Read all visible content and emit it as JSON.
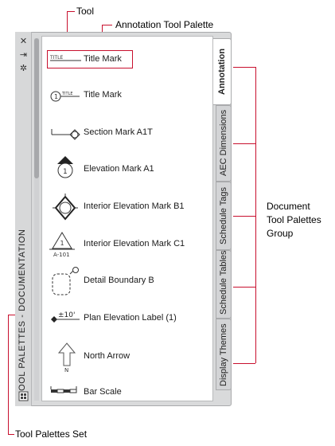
{
  "callouts": {
    "tool": "Tool",
    "annotation_palette": "Annotation Tool Palette",
    "group_line1": "Document",
    "group_line2": "Tool Palettes",
    "group_line3": "Group",
    "palettes_set": "Tool Palettes Set"
  },
  "palette": {
    "title": "TOOL PALETTES - DOCUMENTATION",
    "title_bar_icons": [
      "close-icon",
      "auto-hide-icon",
      "properties-icon"
    ]
  },
  "tools": [
    {
      "label": "Title Mark",
      "icon": "title-mark-icon"
    },
    {
      "label": "Title Mark",
      "icon": "title-mark-numbered-icon"
    },
    {
      "label": "Section Mark A1T",
      "icon": "section-mark-icon"
    },
    {
      "label": "Elevation Mark A1",
      "icon": "elevation-mark-icon"
    },
    {
      "label": "Interior Elevation Mark B1",
      "icon": "interior-elevation-b-icon"
    },
    {
      "label": "Interior Elevation Mark C1",
      "icon": "interior-elevation-c-icon"
    },
    {
      "label": "Detail Boundary B",
      "icon": "detail-boundary-icon"
    },
    {
      "label": "Plan Elevation Label (1)",
      "icon": "plan-elevation-label-icon"
    },
    {
      "label": "North Arrow",
      "icon": "north-arrow-icon"
    },
    {
      "label": "Bar Scale",
      "icon": "bar-scale-icon"
    }
  ],
  "tabs": [
    {
      "label": "Annotation",
      "active": true
    },
    {
      "label": "AEC Dimensions",
      "active": false
    },
    {
      "label": "Schedule Tags",
      "active": false
    },
    {
      "label": "Schedule Tables",
      "active": false
    },
    {
      "label": "Display Themes",
      "active": false
    }
  ],
  "icon_text": {
    "interior_c_number": "1",
    "interior_c_sheet": "A-101",
    "plan_elevation_value": "±10'",
    "elevation_number": "1",
    "north_n": "N"
  },
  "colors": {
    "callout_line": "#c8102e",
    "frame": "#d9dadb",
    "content_bg": "#ffffff"
  }
}
